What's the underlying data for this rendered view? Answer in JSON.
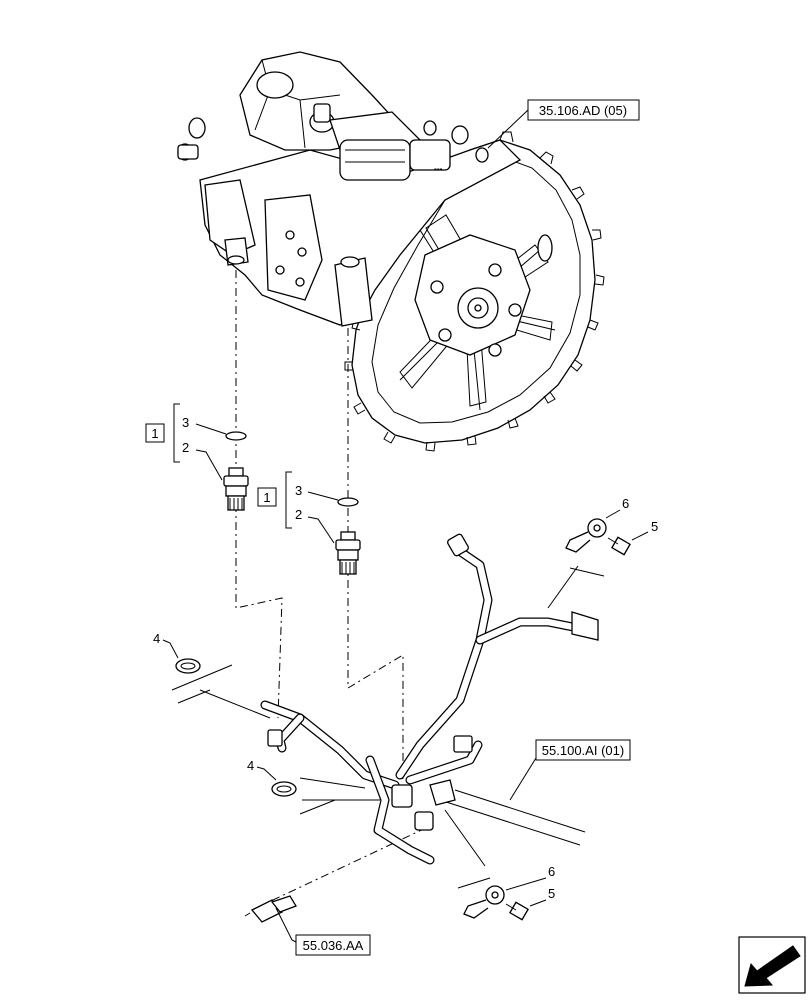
{
  "references": {
    "pump_ref": "35.106.AD (05)",
    "harness_ref": "55.100.AI (01)",
    "sensor_ref": "55.036.AA"
  },
  "groups": {
    "left_box": "1",
    "right_box": "1"
  },
  "callouts": {
    "c3_left": "3",
    "c2_left": "2",
    "c3_right": "3",
    "c2_right": "2",
    "c4_upper": "4",
    "c4_lower": "4",
    "c6_upper": "6",
    "c5_upper": "5",
    "c6_lower": "6",
    "c5_lower": "5"
  },
  "icons": {
    "nav": "arrow-down-left-icon"
  }
}
